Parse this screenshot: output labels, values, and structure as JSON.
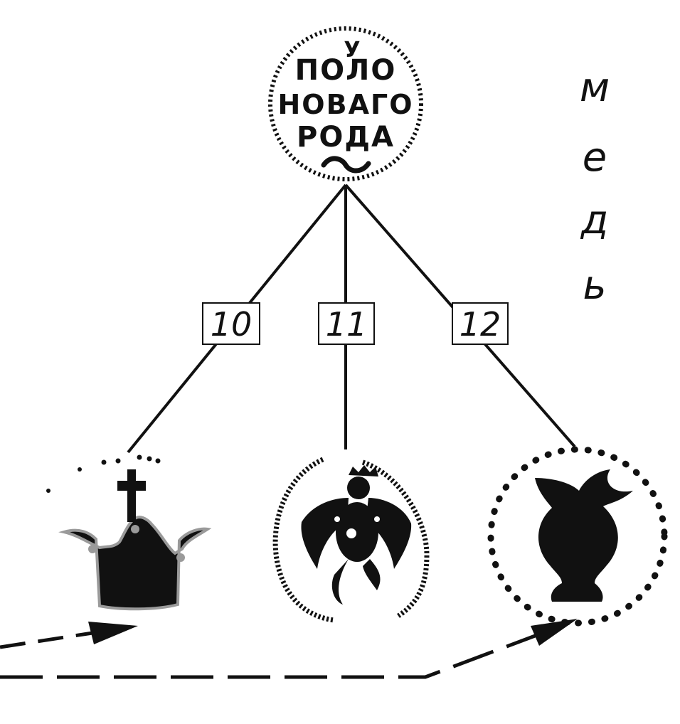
{
  "top_coin": {
    "legend_lines": [
      "ПОЛО",
      "НОВАГО",
      "РОДА"
    ],
    "ornament_letter": "У"
  },
  "vertical_word": {
    "letters": [
      "м",
      "е",
      "д",
      "ь"
    ]
  },
  "branches": [
    {
      "label": "10",
      "coin": "crown-coin"
    },
    {
      "label": "11",
      "coin": "eagle-coin"
    },
    {
      "label": "12",
      "coin": "vase-coin"
    }
  ],
  "colors": {
    "ink": "#111111",
    "background": "#ffffff",
    "crown_highlight": "#9a9a9a"
  }
}
